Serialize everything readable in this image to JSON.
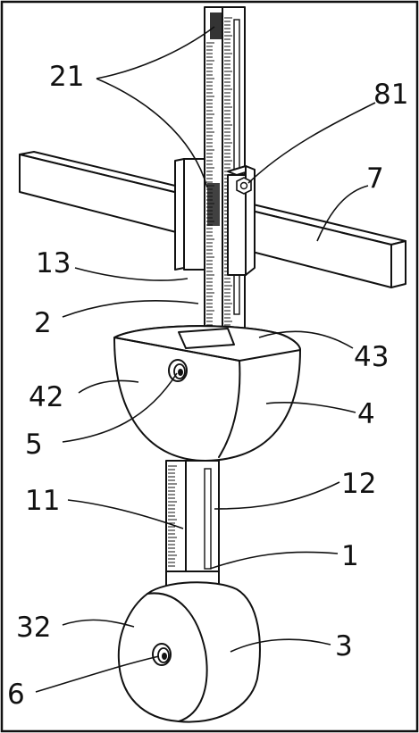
{
  "figure": {
    "labels": {
      "l21": "21",
      "l81": "81",
      "l7": "7",
      "l13": "13",
      "l2": "2",
      "l43": "43",
      "l42": "42",
      "l4": "4",
      "l5": "5",
      "l11": "11",
      "l12": "12",
      "l1": "1",
      "l32": "32",
      "l3": "3",
      "l6": "6"
    }
  }
}
